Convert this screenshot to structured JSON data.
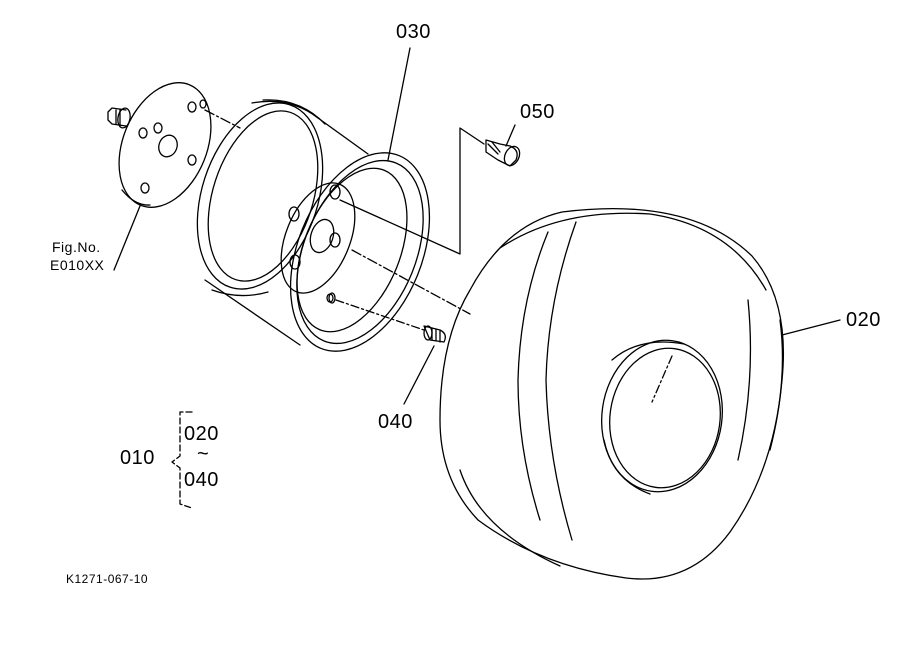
{
  "diagram": {
    "parts": {
      "rim_label": "030",
      "bolt_label": "050",
      "tire_label": "020",
      "valve_label": "040"
    },
    "assembly": {
      "label": "010",
      "range_start": "020",
      "range_separator": "~",
      "range_end": "040"
    },
    "reference": {
      "fig_label": "Fig.No.",
      "fig_code": "E010XX"
    },
    "drawing_number": "K1271-067-10"
  }
}
